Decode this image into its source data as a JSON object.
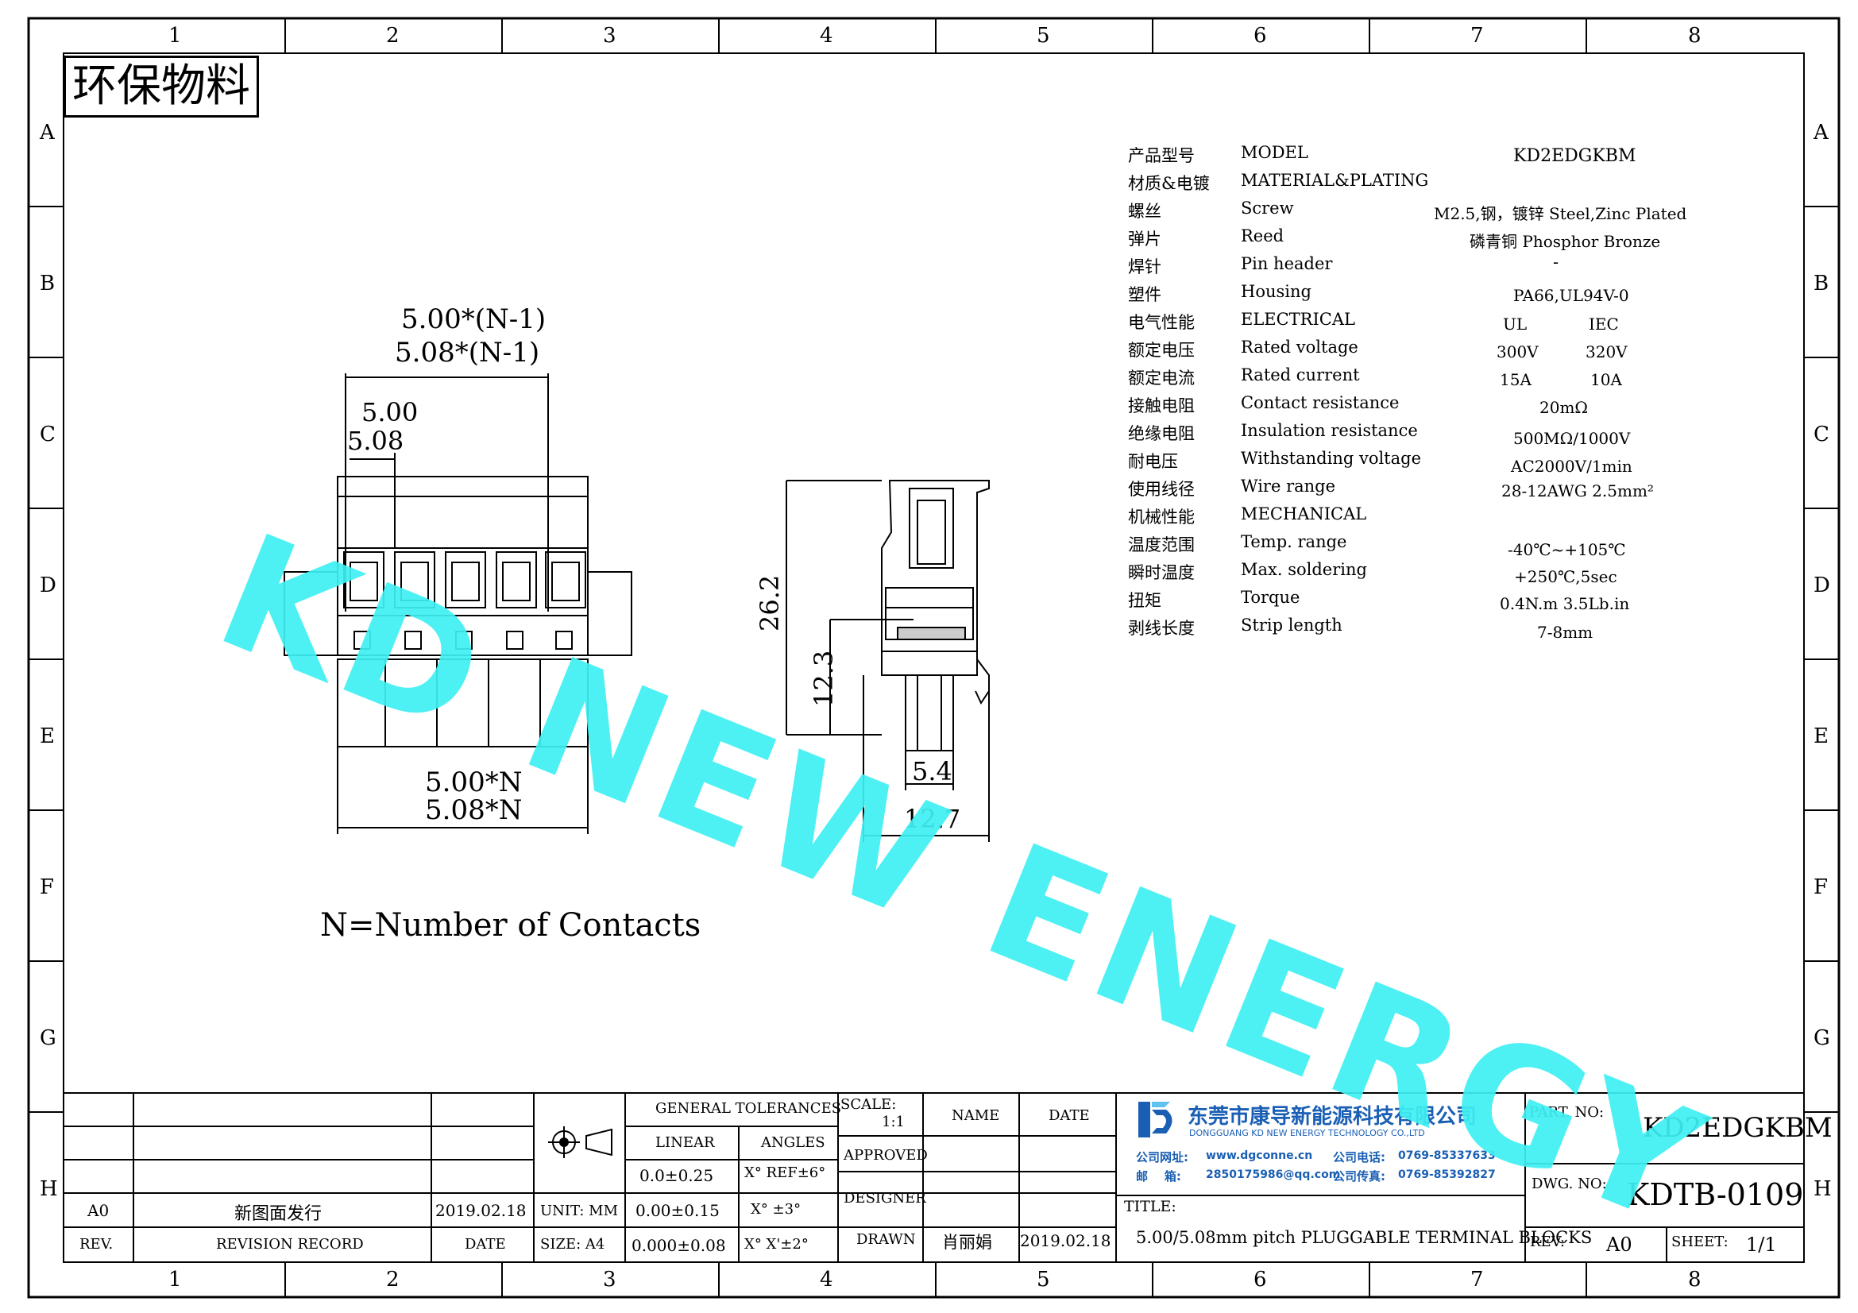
{
  "frame": {
    "cols": [
      "1",
      "2",
      "3",
      "4",
      "5",
      "6",
      "7",
      "8"
    ],
    "rows": [
      "A",
      "B",
      "C",
      "D",
      "E",
      "F",
      "G",
      "H"
    ]
  },
  "eco_badge": "环保物料",
  "watermark": "KD NEW ENERGY",
  "drawing": {
    "dim_pitch_n1_a": "5.00*(N-1)",
    "dim_pitch_n1_b": "5.08*(N-1)",
    "dim_pitch_a": "5.00",
    "dim_pitch_b": "5.08",
    "dim_width_a": "5.00*N",
    "dim_width_b": "5.08*N",
    "dim_height_total": "26.2",
    "dim_height_lower": "12.3",
    "dim_pin_width": "5.4",
    "dim_depth": "12.7",
    "legend": "N=Number of Contacts"
  },
  "specs": [
    {
      "cn": "产品型号",
      "en": "MODEL",
      "val": "KD2EDGKBM"
    },
    {
      "cn": "材质&电镀",
      "en": "MATERIAL&PLATING",
      "val": ""
    },
    {
      "cn": "螺丝",
      "en": "Screw",
      "val": "M2.5,钢，镀锌 Steel,Zinc Plated"
    },
    {
      "cn": "弹片",
      "en": "Reed",
      "val": "磷青铜 Phosphor Bronze"
    },
    {
      "cn": "焊针",
      "en": "Pin header",
      "val": "-"
    },
    {
      "cn": "塑件",
      "en": "Housing",
      "val": "PA66,UL94V-0"
    },
    {
      "cn": "电气性能",
      "en": "ELECTRICAL",
      "val_ul": "UL",
      "val_iec": "IEC"
    },
    {
      "cn": "额定电压",
      "en": "Rated voltage",
      "val_ul": "300V",
      "val_iec": "320V"
    },
    {
      "cn": "额定电流",
      "en": "Rated current",
      "val_ul": "15A",
      "val_iec": "10A"
    },
    {
      "cn": "接触电阻",
      "en": "Contact resistance",
      "val": "20mΩ"
    },
    {
      "cn": "绝缘电阻",
      "en": "Insulation resistance",
      "val": "500MΩ/1000V"
    },
    {
      "cn": "耐电压",
      "en": "Withstanding voltage",
      "val": "AC2000V/1min"
    },
    {
      "cn": "使用线径",
      "en": "Wire range",
      "val": "28-12AWG 2.5mm²"
    },
    {
      "cn": "机械性能",
      "en": "MECHANICAL",
      "val": ""
    },
    {
      "cn": "温度范围",
      "en": "Temp. range",
      "val": "-40℃~+105℃"
    },
    {
      "cn": "瞬时温度",
      "en": "Max. soldering",
      "val": "+250℃,5sec"
    },
    {
      "cn": "扭矩",
      "en": "Torque",
      "val": "0.4N.m 3.5Lb.in"
    },
    {
      "cn": "剥线长度",
      "en": "Strip length",
      "val": "7-8mm"
    }
  ],
  "title_block": {
    "general_tolerances": "GENERAL TOLERANCES",
    "linear": "LINEAR",
    "angles": "ANGLES",
    "tol_lin_1": "0.0±0.25",
    "tol_lin_2": "0.00±0.15",
    "tol_lin_3": "0.000±0.08",
    "tol_ang_1": "X° REF±6°",
    "tol_ang_2": "X° ±3°",
    "tol_ang_3": "X° X'±2°",
    "scale_label": "SCALE:",
    "scale_value": "1:1",
    "name_label": "NAME",
    "date_label": "DATE",
    "approved": "APPROVED",
    "designer": "DESIGNER",
    "drawn": "DRAWN",
    "drawn_name": "肖丽娟",
    "drawn_date": "2019.02.18",
    "rev_a0": "A0",
    "rev_desc": "新图面发行",
    "rev_date": "2019.02.18",
    "rev_hdr": "REV.",
    "revision_record": "REVISION RECORD",
    "date_hdr": "DATE",
    "unit": "UNIT: MM",
    "size": "SIZE: A4",
    "company_cn": "东莞市康导新能源科技有限公司",
    "company_en": "DONGGUANG KD NEW ENERGY TECHNOLOGY CO.,LTD",
    "website_label": "公司网址:",
    "website": "www.dgconne.cn",
    "phone_label": "公司电话:",
    "phone": "0769-85337633",
    "email_label": "邮    箱:",
    "email": "2850175986@qq.com",
    "fax_label": "公司传真:",
    "fax": "0769-85392827",
    "title_label": "TITLE:",
    "title": "5.00/5.08mm pitch PLUGGABLE TERMINAL BLOCKS",
    "part_no_label": "PART. NO:",
    "part_no": "KD2EDGKBM",
    "dwg_no_label": "DWG. NO:",
    "dwg_no": "KDTB-0109",
    "rev_label": "REV:",
    "rev_value": "A0",
    "sheet_label": "SHEET:",
    "sheet_value": "1/1"
  },
  "colors": {
    "watermark": "#3ef0f2",
    "logo_blue": "#1a5fb4"
  }
}
